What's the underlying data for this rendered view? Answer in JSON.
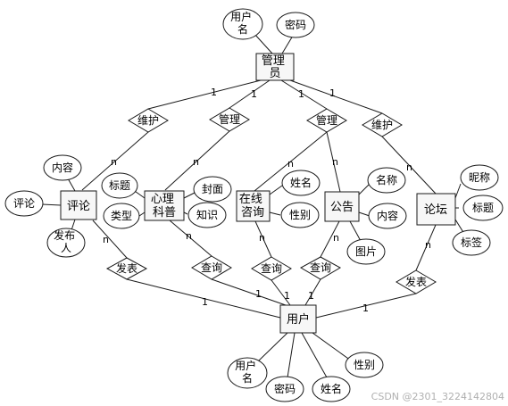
{
  "entities": {
    "admin": [
      "管理",
      "员"
    ],
    "comment": [
      "评论"
    ],
    "psych": [
      "心理",
      "科普"
    ],
    "consult": [
      "在线",
      "咨询"
    ],
    "notice": [
      "公告"
    ],
    "forum": [
      "论坛"
    ],
    "user": [
      "用户"
    ]
  },
  "attributes": {
    "admin_username": [
      "用户",
      "名"
    ],
    "admin_password": [
      "密码"
    ],
    "comment_content": [
      "内容"
    ],
    "comment_comment": [
      "评论"
    ],
    "comment_publisher": [
      "发布",
      "人"
    ],
    "psych_title": [
      "标题"
    ],
    "psych_type": [
      "类型"
    ],
    "psych_cover": [
      "封面"
    ],
    "psych_knowledge": [
      "知识"
    ],
    "consult_name": [
      "姓名"
    ],
    "consult_gender": [
      "性别"
    ],
    "notice_name": [
      "名称"
    ],
    "notice_content": [
      "内容"
    ],
    "notice_image": [
      "图片"
    ],
    "forum_nickname": [
      "昵称"
    ],
    "forum_title": [
      "标题"
    ],
    "forum_tag": [
      "标签"
    ],
    "user_username": [
      "用户",
      "名"
    ],
    "user_password": [
      "密码"
    ],
    "user_name": [
      "姓名"
    ],
    "user_gender": [
      "性别"
    ]
  },
  "relationships": {
    "maintain_comment": "维护",
    "manage_psych": "管理",
    "manage_consult_notice": "管理",
    "maintain_forum": "维护",
    "publish_comment": "发表",
    "query_psych": "查询",
    "query_consult": "查询",
    "query_notice": "查询",
    "publish_forum": "发表"
  },
  "cardinalities": {
    "one": "1",
    "many": "n"
  },
  "watermark": "CSDN @2301_3224142804"
}
